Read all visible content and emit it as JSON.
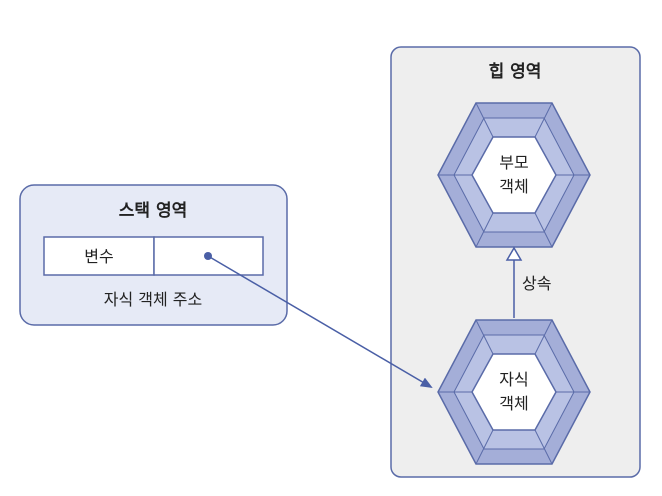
{
  "heap": {
    "title": "힙 영역",
    "parent_object": {
      "line1": "부모",
      "line2": "객체"
    },
    "child_object": {
      "line1": "자식",
      "line2": "객체"
    },
    "inheritance_label": "상속"
  },
  "stack": {
    "title": "스택 영역",
    "variable_label": "변수",
    "caption": "자식 객체 주소"
  },
  "colors": {
    "panel_fill": "#eeeeee",
    "stack_fill": "#e6eaf6",
    "border": "#5a6ba8",
    "hex_outer": "#a4aed8",
    "hex_ring": "#b9c2e4",
    "hex_inner": "#ffffff",
    "arrow": "#4a5fa6"
  }
}
